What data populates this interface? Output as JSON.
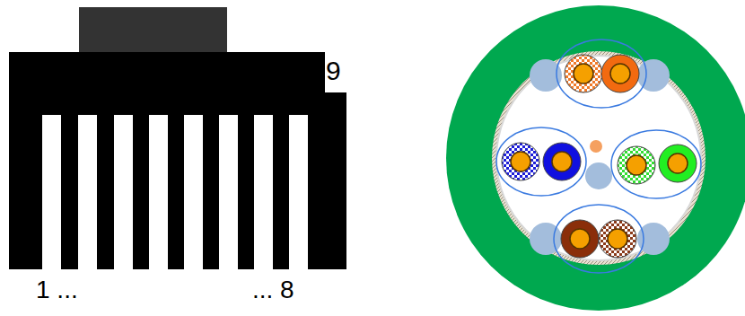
{
  "diagram": {
    "labels": [
      "9",
      "1 ...",
      "... 8"
    ]
  }
}
